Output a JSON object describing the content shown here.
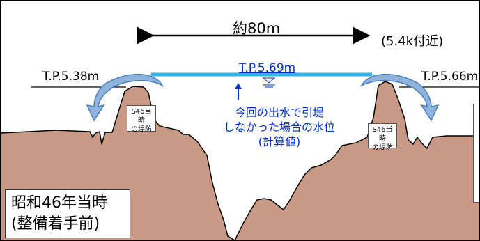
{
  "diagram": {
    "width_label": "約80m",
    "location_label": "(5.4k付近)",
    "levels": {
      "left": "T.P.5.38m",
      "water": "T.P.5.69m",
      "right": "T.P.5.66m"
    },
    "water_note": {
      "line1": "今回の出水で引堤",
      "line2": "しなかった場合の水位",
      "line3": "(計算値)"
    },
    "levee_note_left": {
      "line1": "S46当時",
      "line2": "の堤防"
    },
    "levee_note_right": {
      "line1": "S46当時",
      "line2": "の堤防"
    },
    "era": {
      "line1": "昭和46年当時",
      "line2": "(整備着手前)"
    }
  },
  "colors": {
    "ground": "#c89a86",
    "water": "#33b4e6",
    "annotation_blue": "#0033cc",
    "arrow_fill": "#8fb3db",
    "arrow_stroke": "#4a7fc1"
  }
}
